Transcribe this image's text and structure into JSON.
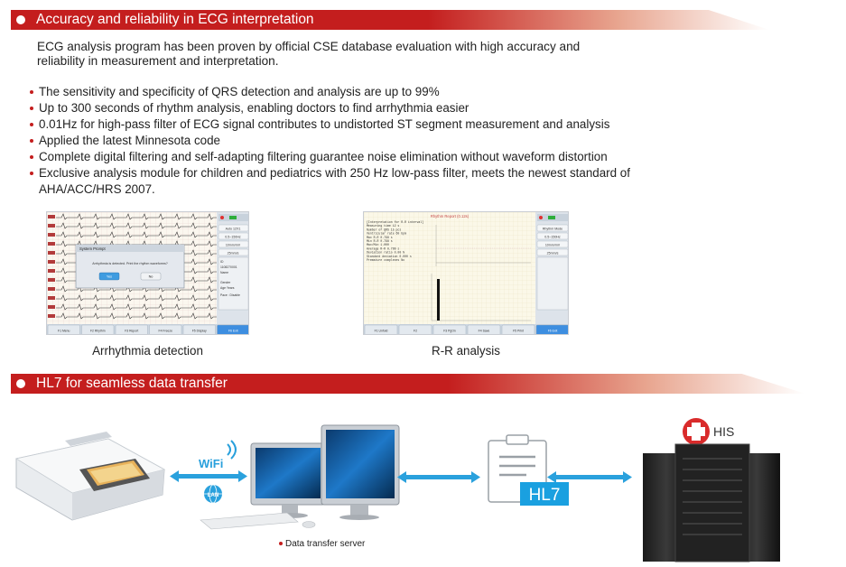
{
  "section1": {
    "title": "Accuracy and reliability in ECG interpretation",
    "intro_line1": "ECG analysis program has been proven by official CSE database evaluation with high accuracy and",
    "intro_line2": "reliability in measurement and interpretation.",
    "bullets": [
      "The sensitivity and specificity of QRS detection and analysis are up to 99%",
      "Up to 300 seconds of rhythm analysis, enabling doctors to find arrhythmia easier",
      "0.01Hz for high-pass filter of ECG signal contributes to undistorted ST segment measurement and analysis",
      "Applied the latest Minnesota code",
      "Complete digital filtering and self-adapting filtering guarantee noise elimination without waveform distortion",
      "Exclusive analysis module for children and pediatrics with 250 Hz low-pass filter, meets the newest standard of",
      "AHA/ACC/HRS 2007."
    ]
  },
  "screenshots": {
    "arrhythmia": {
      "caption": "Arrhythmia detection",
      "dialog_title": "System Prompt",
      "dialog_text": "Arrhythmia is detected. Print the rhythm waveforms?",
      "dialog_yes": "Yes",
      "dialog_no": "No",
      "side_buttons": [
        "Auto 12X1",
        "0.5~150Hz",
        "10mm/mV",
        "25mm/s"
      ],
      "side_fields": [
        "ID",
        "1108270001",
        "Name",
        "Gender",
        "Age  Years",
        "Pace : Disable"
      ],
      "toolbar": [
        "F1 Menu",
        "F2 Rhythm",
        "F3 Report",
        "F4 Freeze",
        "F5 Display",
        "F6 Exit"
      ]
    },
    "rr": {
      "caption": "R-R analysis",
      "report_title": "Rhythm Report (0.12s)",
      "report_lines": [
        "[Interpretation for R-R interval]",
        "Measuring time      12 s",
        "Number of QRS       15 pcs",
        "Ventricular rate    60 bpm",
        "Max R-R             0.798 s",
        "Min R-R             0.798 s",
        "Max/Min             1.000",
        "Average R-R         0.799 s",
        "Deviation ratio     0.00 %",
        "Standard deviation  0.000 s",
        "Premature complexes No"
      ],
      "side_buttons": [
        "Rhythm Mode",
        "0.5~150Hz",
        "10mm/mV",
        "25mm/s"
      ],
      "toolbar": [
        "F1 Unfold",
        "F2",
        "F3 PgOn",
        "F4 Save",
        "F5 Print",
        "F6 Exit"
      ]
    }
  },
  "section2": {
    "title": "HL7 for seamless data transfer",
    "wifi_label": "WiFi",
    "lan_label": "LAN",
    "hl7_label": "HL7",
    "his_label": "HIS",
    "server_label": "Data transfer server"
  },
  "colors": {
    "brand_red": "#c41e1e",
    "accent_blue": "#1f9bd6",
    "hl7_blue": "#1aa0e0"
  }
}
